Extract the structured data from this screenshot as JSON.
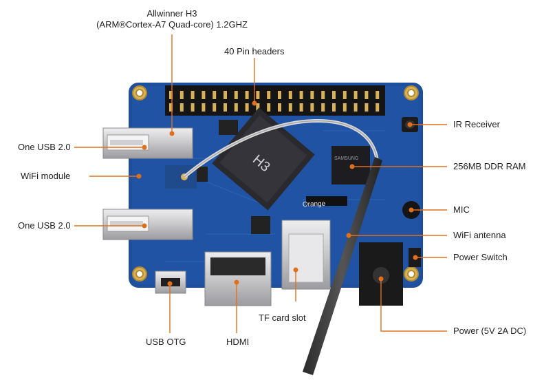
{
  "diagram": {
    "labels": {
      "soc_line1": "Allwinner H3",
      "soc_line2": "(ARM®Cortex-A7 Quad-core) 1.2GHZ",
      "pin_headers": "40 Pin headers",
      "usb_top": "One USB 2.0",
      "wifi_module": "WiFi module",
      "usb_bottom": "One USB 2.0",
      "ir_receiver": "IR Receiver",
      "ddr_ram": "256MB DDR RAM",
      "mic": "MIC",
      "wifi_antenna": "WiFi antenna",
      "power_switch": "Power Switch",
      "power": "Power (5V 2A DC)",
      "usb_otg": "USB OTG",
      "hdmi": "HDMI",
      "tf_card": "TF card slot"
    },
    "chip_text": {
      "soc": "H3",
      "ram": "SAMSUNG",
      "brand": "Orange"
    },
    "colors": {
      "pcb": "#1e4f9c",
      "pcb_dark": "#163d7c",
      "leader_line": "#e0701e",
      "metal": "#c9c9cc",
      "chip": "#2a2a2e"
    }
  }
}
